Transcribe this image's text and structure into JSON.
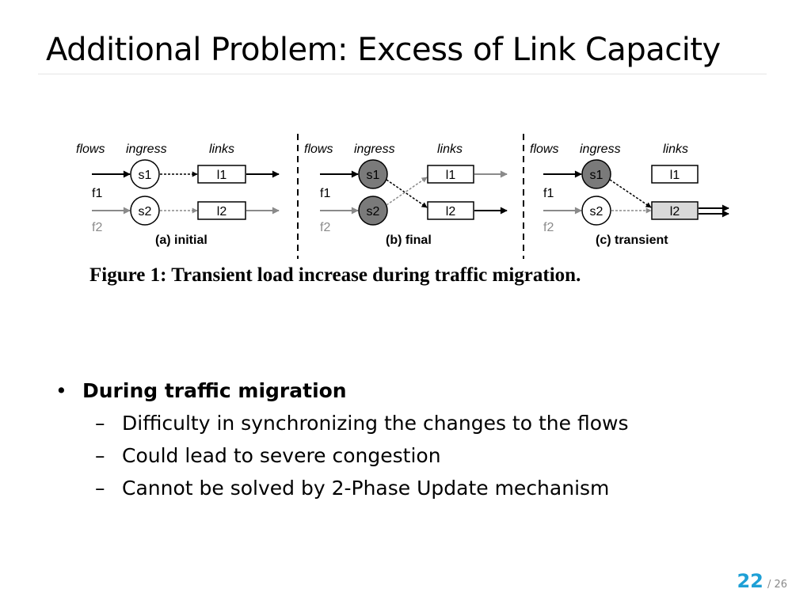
{
  "slide": {
    "title": "Additional Problem: Excess of Link Capacity",
    "page_current": "22",
    "page_total": "/ 26"
  },
  "figure": {
    "caption": "Figure 1: Transient load increase during traffic migration.",
    "panels": [
      {
        "col_flows": "flows",
        "col_ingress": "ingress",
        "col_links": "links",
        "f1": "f1",
        "f2": "f2",
        "s1": "s1",
        "s2": "s2",
        "l1": "l1",
        "l2": "l2",
        "label": "(a) initial"
      },
      {
        "col_flows": "flows",
        "col_ingress": "ingress",
        "col_links": "links",
        "f1": "f1",
        "f2": "f2",
        "s1": "s1",
        "s2": "s2",
        "l1": "l1",
        "l2": "l2",
        "label": "(b) final"
      },
      {
        "col_flows": "flows",
        "col_ingress": "ingress",
        "col_links": "links",
        "f1": "f1",
        "f2": "f2",
        "s1": "s1",
        "s2": "s2",
        "l1": "l1",
        "l2": "l2",
        "label": "(c) transient"
      }
    ],
    "colors": {
      "f1": "#000000",
      "f2": "#8a8a8a",
      "switch_gray": "#7a7a7a"
    }
  },
  "bullets": {
    "main": "During traffic migration",
    "subs": [
      "Difficulty in synchronizing the changes to the flows",
      "Could lead to severe congestion",
      "Cannot be solved by 2-Phase Update mechanism"
    ]
  }
}
